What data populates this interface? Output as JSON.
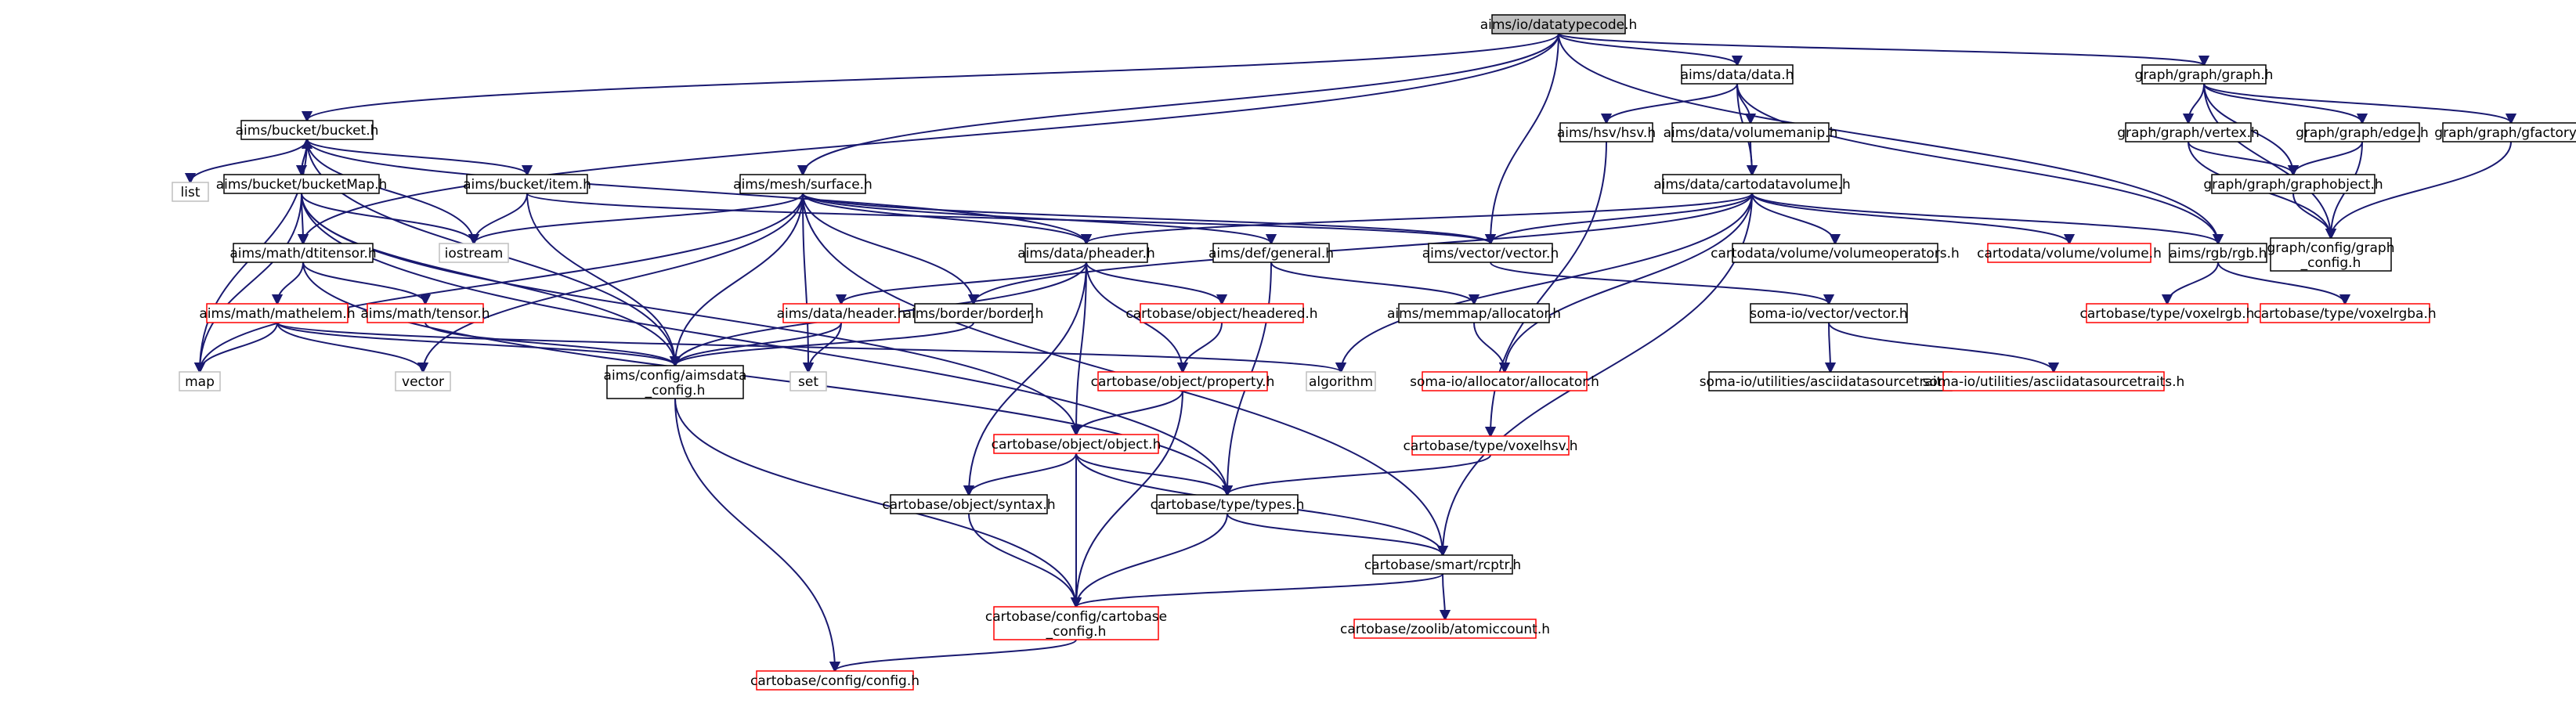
{
  "colors": {
    "black_border": "#000000",
    "red_border": "#ff0000",
    "gray_border": "#bfbfbf",
    "root_fill": "#bfbfbf",
    "node_fill": "#ffffff",
    "edge": "#191970",
    "text": "#000000"
  },
  "nodes": [
    {
      "id": "root",
      "label": "aims/io/datatypecode.h",
      "kind": "root"
    },
    {
      "id": "bucket",
      "label": "aims/bucket/bucket.h",
      "kind": "black"
    },
    {
      "id": "data",
      "label": "aims/data/data.h",
      "kind": "black"
    },
    {
      "id": "graph",
      "label": "graph/graph/graph.h",
      "kind": "black"
    },
    {
      "id": "hsv",
      "label": "aims/hsv/hsv.h",
      "kind": "black"
    },
    {
      "id": "volmanip",
      "label": "aims/data/volumemanip.h",
      "kind": "black"
    },
    {
      "id": "gvertex",
      "label": "graph/graph/vertex.h",
      "kind": "black"
    },
    {
      "id": "gedge",
      "label": "graph/graph/edge.h",
      "kind": "black"
    },
    {
      "id": "gfactory",
      "label": "graph/graph/gfactory.h",
      "kind": "black"
    },
    {
      "id": "list",
      "label": "list",
      "kind": "gray"
    },
    {
      "id": "bucketmap",
      "label": "aims/bucket/bucketMap.h",
      "kind": "black"
    },
    {
      "id": "item",
      "label": "aims/bucket/item.h",
      "kind": "black"
    },
    {
      "id": "surface",
      "label": "aims/mesh/surface.h",
      "kind": "black"
    },
    {
      "id": "cartovol",
      "label": "aims/data/cartodatavolume.h",
      "kind": "black"
    },
    {
      "id": "graphobj",
      "label": "graph/graph/graphobject.h",
      "kind": "black"
    },
    {
      "id": "iostream",
      "label": "iostream",
      "kind": "gray"
    },
    {
      "id": "dtitensor",
      "label": "aims/math/dtitensor.h",
      "kind": "black"
    },
    {
      "id": "pheader",
      "label": "aims/data/pheader.h",
      "kind": "black"
    },
    {
      "id": "general",
      "label": "aims/def/general.h",
      "kind": "black"
    },
    {
      "id": "vector_h",
      "label": "aims/vector/vector.h",
      "kind": "black"
    },
    {
      "id": "volops",
      "label": "cartodata/volume/volumeoperators.h",
      "kind": "black"
    },
    {
      "id": "volume_h",
      "label": "cartodata/volume/volume.h",
      "kind": "red"
    },
    {
      "id": "rgb",
      "label": "aims/rgb/rgb.h",
      "kind": "black"
    },
    {
      "id": "gconfig",
      "label": [
        "graph/config/graph",
        "_config.h"
      ],
      "kind": "black"
    },
    {
      "id": "mathelem",
      "label": "aims/math/mathelem.h",
      "kind": "red"
    },
    {
      "id": "tensor",
      "label": "aims/math/tensor.h",
      "kind": "red"
    },
    {
      "id": "aheader",
      "label": "aims/data/header.h",
      "kind": "red"
    },
    {
      "id": "border",
      "label": "aims/border/border.h",
      "kind": "black"
    },
    {
      "id": "headered",
      "label": "cartobase/object/headered.h",
      "kind": "red"
    },
    {
      "id": "mmalloc",
      "label": "aims/memmap/allocator.h",
      "kind": "black"
    },
    {
      "id": "somavec",
      "label": "soma-io/vector/vector.h",
      "kind": "black"
    },
    {
      "id": "voxelrgb",
      "label": "cartobase/type/voxelrgb.h",
      "kind": "red"
    },
    {
      "id": "voxelrgba",
      "label": "cartobase/type/voxelrgba.h",
      "kind": "red"
    },
    {
      "id": "map",
      "label": "map",
      "kind": "gray"
    },
    {
      "id": "vector",
      "label": "vector",
      "kind": "gray"
    },
    {
      "id": "aimsdata",
      "label": [
        "aims/config/aimsdata",
        "_config.h"
      ],
      "kind": "black"
    },
    {
      "id": "set",
      "label": "set",
      "kind": "gray"
    },
    {
      "id": "algorithm",
      "label": "algorithm",
      "kind": "gray"
    },
    {
      "id": "property",
      "label": "cartobase/object/property.h",
      "kind": "red"
    },
    {
      "id": "somaalloc",
      "label": "soma-io/allocator/allocator.h",
      "kind": "red"
    },
    {
      "id": "asciisrc",
      "label": "soma-io/utilities/asciidatasourcetraits.h",
      "kind": "black"
    },
    {
      "id": "asciisrc2",
      "label": "soma-io/utilities/asciidatasourcetraits.h",
      "kind": "red"
    },
    {
      "id": "voxelhsv",
      "label": "cartobase/type/voxelhsv.h",
      "kind": "red"
    },
    {
      "id": "object",
      "label": "cartobase/object/object.h",
      "kind": "red"
    },
    {
      "id": "syntax",
      "label": "cartobase/object/syntax.h",
      "kind": "black"
    },
    {
      "id": "types",
      "label": "cartobase/type/types.h",
      "kind": "black"
    },
    {
      "id": "rcptr",
      "label": "cartobase/smart/rcptr.h",
      "kind": "black"
    },
    {
      "id": "cbconfig",
      "label": [
        "cartobase/config/cartobase",
        "_config.h"
      ],
      "kind": "red"
    },
    {
      "id": "atomic",
      "label": "cartobase/zoolib/atomiccount.h",
      "kind": "red"
    },
    {
      "id": "config",
      "label": "cartobase/config/config.h",
      "kind": "red"
    }
  ],
  "edges": [
    [
      "root",
      "bucket"
    ],
    [
      "root",
      "data"
    ],
    [
      "root",
      "graph"
    ],
    [
      "root",
      "surface"
    ],
    [
      "root",
      "dtitensor"
    ],
    [
      "root",
      "vector_h"
    ],
    [
      "root",
      "rgb"
    ],
    [
      "bucket",
      "list"
    ],
    [
      "bucket",
      "bucketmap"
    ],
    [
      "bucket",
      "item"
    ],
    [
      "bucket",
      "iostream"
    ],
    [
      "bucket",
      "pheader"
    ],
    [
      "bucket",
      "map"
    ],
    [
      "bucket",
      "aimsdata"
    ],
    [
      "bucketmap",
      "bucket"
    ],
    [
      "bucketmap",
      "iostream"
    ],
    [
      "bucketmap",
      "dtitensor"
    ],
    [
      "bucketmap",
      "map"
    ],
    [
      "bucketmap",
      "aimsdata"
    ],
    [
      "bucketmap",
      "object"
    ],
    [
      "bucketmap",
      "types"
    ],
    [
      "item",
      "iostream"
    ],
    [
      "item",
      "vector_h"
    ],
    [
      "item",
      "aimsdata"
    ],
    [
      "surface",
      "iostream"
    ],
    [
      "surface",
      "pheader"
    ],
    [
      "surface",
      "general"
    ],
    [
      "surface",
      "vector_h"
    ],
    [
      "surface",
      "map"
    ],
    [
      "surface",
      "vector"
    ],
    [
      "surface",
      "aimsdata"
    ],
    [
      "surface",
      "set"
    ],
    [
      "surface",
      "border"
    ],
    [
      "surface",
      "rcptr"
    ],
    [
      "dtitensor",
      "mathelem"
    ],
    [
      "dtitensor",
      "tensor"
    ],
    [
      "dtitensor",
      "types"
    ],
    [
      "mathelem",
      "map"
    ],
    [
      "mathelem",
      "vector"
    ],
    [
      "mathelem",
      "aimsdata"
    ],
    [
      "mathelem",
      "algorithm"
    ],
    [
      "tensor",
      "aimsdata"
    ],
    [
      "data",
      "hsv"
    ],
    [
      "data",
      "volmanip"
    ],
    [
      "data",
      "cartovol"
    ],
    [
      "data",
      "rgb"
    ],
    [
      "hsv",
      "voxelhsv"
    ],
    [
      "volmanip",
      "cartovol"
    ],
    [
      "cartovol",
      "pheader"
    ],
    [
      "cartovol",
      "vector_h"
    ],
    [
      "cartovol",
      "volops"
    ],
    [
      "cartovol",
      "volume_h"
    ],
    [
      "cartovol",
      "rgb"
    ],
    [
      "cartovol",
      "algorithm"
    ],
    [
      "cartovol",
      "somaalloc"
    ],
    [
      "cartovol",
      "rcptr"
    ],
    [
      "cartovol",
      "border"
    ],
    [
      "pheader",
      "aheader"
    ],
    [
      "pheader",
      "headered"
    ],
    [
      "pheader",
      "property"
    ],
    [
      "pheader",
      "object"
    ],
    [
      "pheader",
      "syntax"
    ],
    [
      "pheader",
      "aimsdata"
    ],
    [
      "aheader",
      "aimsdata"
    ],
    [
      "aheader",
      "set"
    ],
    [
      "headered",
      "property"
    ],
    [
      "property",
      "object"
    ],
    [
      "property",
      "cbconfig"
    ],
    [
      "general",
      "mmalloc"
    ],
    [
      "general",
      "types"
    ],
    [
      "mmalloc",
      "somaalloc"
    ],
    [
      "border",
      "aimsdata"
    ],
    [
      "vector_h",
      "somavec"
    ],
    [
      "somavec",
      "asciisrc"
    ],
    [
      "somavec",
      "asciisrc2"
    ],
    [
      "rgb",
      "voxelrgb"
    ],
    [
      "rgb",
      "voxelrgba"
    ],
    [
      "graph",
      "gvertex"
    ],
    [
      "graph",
      "gedge"
    ],
    [
      "graph",
      "gfactory"
    ],
    [
      "graph",
      "graphobj"
    ],
    [
      "graph",
      "gconfig"
    ],
    [
      "gvertex",
      "graphobj"
    ],
    [
      "gvertex",
      "gconfig"
    ],
    [
      "gedge",
      "graphobj"
    ],
    [
      "gedge",
      "gconfig"
    ],
    [
      "gfactory",
      "gconfig"
    ],
    [
      "graphobj",
      "gconfig"
    ],
    [
      "aimsdata",
      "cbconfig"
    ],
    [
      "aimsdata",
      "config"
    ],
    [
      "voxelhsv",
      "types"
    ],
    [
      "object",
      "syntax"
    ],
    [
      "object",
      "types"
    ],
    [
      "object",
      "rcptr"
    ],
    [
      "object",
      "cbconfig"
    ],
    [
      "syntax",
      "cbconfig"
    ],
    [
      "types",
      "rcptr"
    ],
    [
      "types",
      "cbconfig"
    ],
    [
      "rcptr",
      "atomic"
    ],
    [
      "rcptr",
      "cbconfig"
    ],
    [
      "cbconfig",
      "config"
    ]
  ]
}
